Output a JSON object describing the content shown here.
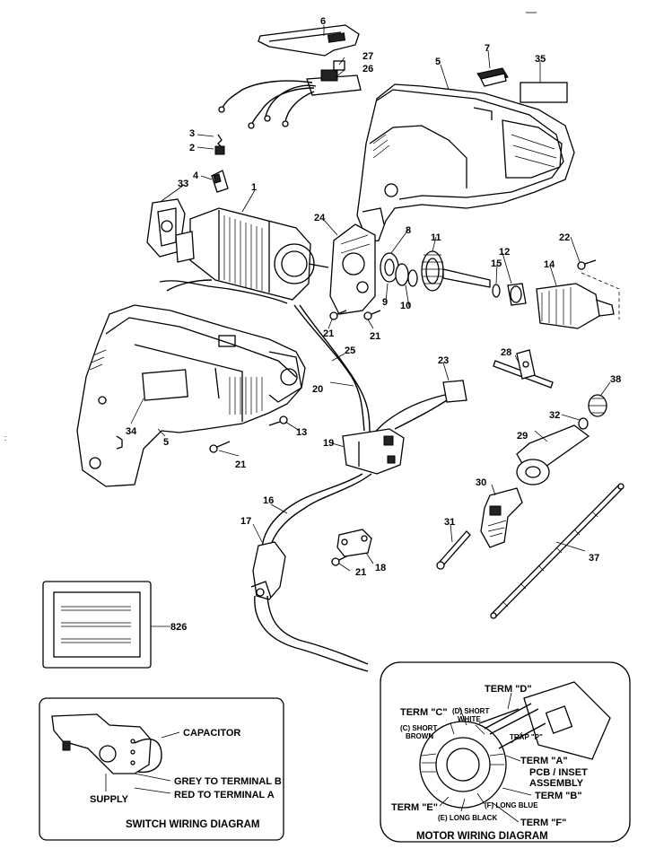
{
  "parts": [
    {
      "number": "1"
    },
    {
      "number": "2"
    },
    {
      "number": "3"
    },
    {
      "number": "4"
    },
    {
      "number": "5"
    },
    {
      "number": "5"
    },
    {
      "number": "6"
    },
    {
      "number": "7"
    },
    {
      "number": "8"
    },
    {
      "number": "9"
    },
    {
      "number": "10"
    },
    {
      "number": "11"
    },
    {
      "number": "12"
    },
    {
      "number": "13"
    },
    {
      "number": "14"
    },
    {
      "number": "15"
    },
    {
      "number": "16"
    },
    {
      "number": "17"
    },
    {
      "number": "18"
    },
    {
      "number": "19"
    },
    {
      "number": "20"
    },
    {
      "number": "21"
    },
    {
      "number": "21"
    },
    {
      "number": "21"
    },
    {
      "number": "21"
    },
    {
      "number": "22"
    },
    {
      "number": "23"
    },
    {
      "number": "24"
    },
    {
      "number": "25"
    },
    {
      "number": "26"
    },
    {
      "number": "27"
    },
    {
      "number": "28"
    },
    {
      "number": "29"
    },
    {
      "number": "30"
    },
    {
      "number": "31"
    },
    {
      "number": "32"
    },
    {
      "number": "33"
    },
    {
      "number": "34"
    },
    {
      "number": "35"
    },
    {
      "number": "37"
    },
    {
      "number": "38"
    },
    {
      "number": "826"
    }
  ],
  "switch_wiring": {
    "title": "SWITCH WIRING DIAGRAM",
    "capacitor": "CAPACITOR",
    "grey": "GREY TO TERMINAL B",
    "red": "RED TO TERMINAL A",
    "supply": "SUPPLY"
  },
  "motor_wiring": {
    "title": "MOTOR WIRING DIAGRAM",
    "term_d": "TERM \"D\"",
    "term_c": "TERM \"C\"",
    "d_short": "(D) SHORT",
    "white": "WHITE",
    "c_short": "(C) SHORT",
    "brown": "BROWN",
    "trap_p": "TRAP \"P\"",
    "term_a": "TERM \"A\"",
    "pcb_inset": "PCB / INSET",
    "assembly": "ASSEMBLY",
    "term_b": "TERM \"B\"",
    "f_long_blue": "(F) LONG BLUE",
    "term_e": "TERM \"E\"",
    "e_long_black": "(E) LONG BLACK",
    "term_f": "TERM \"F\""
  }
}
